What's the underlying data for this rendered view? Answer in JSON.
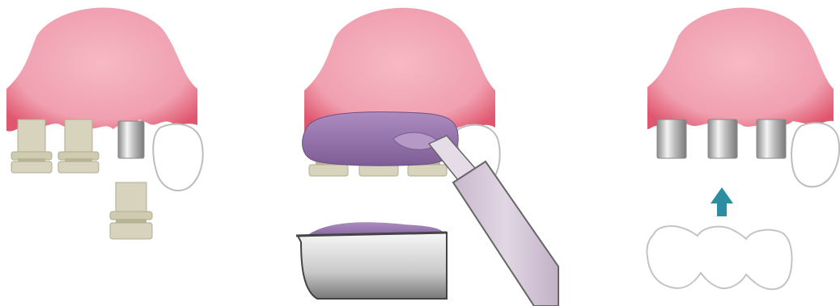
{
  "diagram": {
    "panels": [
      {
        "id": "panel-1",
        "caption": ""
      },
      {
        "id": "panel-2",
        "caption": ""
      },
      {
        "id": "panel-3",
        "caption": ""
      }
    ],
    "colors": {
      "gum_light": "#f4aeba",
      "gum_edge": "#e0566e",
      "abutment": "#d7d3bd",
      "abutment_shade": "#b1ad92",
      "metal_light": "#f2f2f2",
      "metal_dark": "#8a8a8a",
      "impression": "#9b7bb0",
      "impression_dark": "#7a5b92",
      "syringe": "#d5c7d8",
      "arrow": "#2b8ea0",
      "outline": "#bdbdbd"
    },
    "icons": [
      "gum-model-icon",
      "abutment-icon",
      "syringe-icon",
      "impression-tray-icon",
      "crown-bridge-icon",
      "arrow-up-icon"
    ]
  }
}
